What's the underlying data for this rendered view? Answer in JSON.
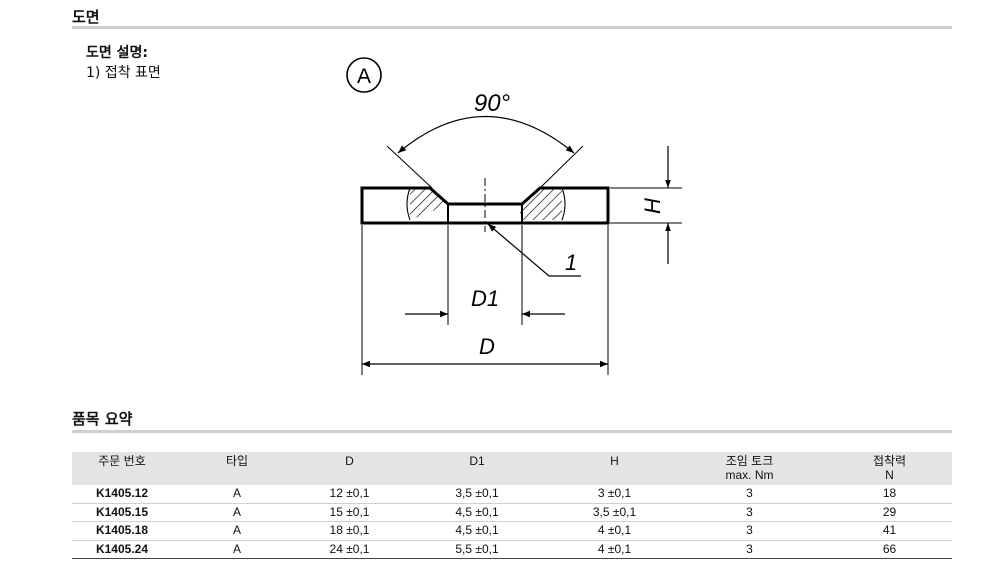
{
  "drawing_section": {
    "title": "도면"
  },
  "legend": {
    "title": "도면 설명:",
    "items": [
      "1) 접착 표면"
    ]
  },
  "drawing": {
    "view_label": "A",
    "angle": "90°",
    "dims": {
      "H": "H",
      "D1": "D1",
      "D": "D",
      "callout": "1"
    }
  },
  "table_section": {
    "title": "품목 요약"
  },
  "table": {
    "headers": [
      {
        "label": "주문 번호",
        "sub": ""
      },
      {
        "label": "타입",
        "sub": ""
      },
      {
        "label": "D",
        "sub": ""
      },
      {
        "label": "D1",
        "sub": ""
      },
      {
        "label": "H",
        "sub": ""
      },
      {
        "label": "조임 토크",
        "sub": "max. Nm"
      },
      {
        "label": "접착력",
        "sub": "N"
      }
    ],
    "rows": [
      [
        "K1405.12",
        "A",
        "12 ±0,1",
        "3,5 ±0,1",
        "3 ±0,1",
        "3",
        "18"
      ],
      [
        "K1405.15",
        "A",
        "15 ±0,1",
        "4,5 ±0,1",
        "3,5 ±0,1",
        "3",
        "29"
      ],
      [
        "K1405.18",
        "A",
        "18 ±0,1",
        "4,5 ±0,1",
        "4 ±0,1",
        "3",
        "41"
      ],
      [
        "K1405.24",
        "A",
        "24 ±0,1",
        "5,5 ±0,1",
        "4 ±0,1",
        "3",
        "66"
      ]
    ]
  }
}
